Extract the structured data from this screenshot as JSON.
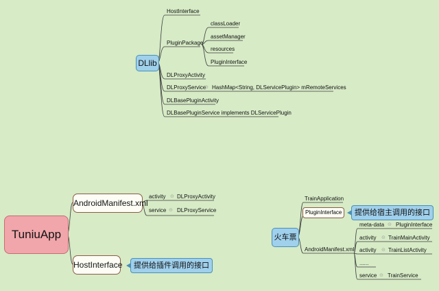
{
  "dlib": {
    "root": "DLlib",
    "host_interface": "HostInterface",
    "plugin_package": "PluginPackage",
    "plugin_package_children": [
      "classLoader",
      "assetManager",
      "resources",
      "PluginInterface"
    ],
    "proxy_activity": "DLProxyActivity",
    "proxy_service": "DLProxyService",
    "proxy_service_field": "HashMap<String, DLServicePlugin> mRemoteServices",
    "base_plugin_activity": "DLBasePluginActivity",
    "base_plugin_service": "DLBasePluginService implements DLServicePlugin"
  },
  "tuniu": {
    "root": "TuniuApp",
    "manifest": "AndroidManifest.xml",
    "manifest_items": [
      {
        "key": "activity",
        "value": "DLProxyActivity"
      },
      {
        "key": "service",
        "value": "DLProxyService"
      }
    ],
    "host_interface": "HostInterface",
    "host_interface_note": "提供给插件调用的接口"
  },
  "train": {
    "root": "火车票",
    "application": "TrainApplication",
    "plugin_interface": "PluginInterface",
    "plugin_interface_note": "提供给宿主调用的接口",
    "manifest": "AndroidManifest.xml",
    "manifest_items": [
      {
        "key": "meta-data",
        "value": "PluginInterface"
      },
      {
        "key": "activity",
        "value": "TrainMainActivity"
      },
      {
        "key": "activity",
        "value": "TrainListActivity"
      },
      {
        "key": "......",
        "value": ""
      },
      {
        "key": "service",
        "value": "TrainService"
      }
    ]
  },
  "colors": {
    "background": "#d6ebc6",
    "blue_node": "#9fd0ec",
    "pink_node": "#f0a6aa",
    "cream_node": "#fdfdf6",
    "line": "#3b3b3b"
  }
}
